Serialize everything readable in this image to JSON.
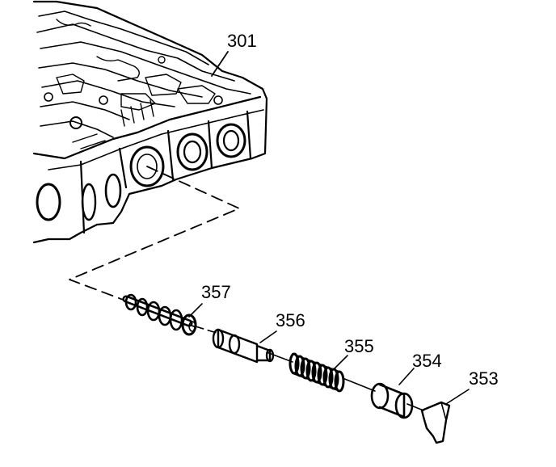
{
  "diagram": {
    "callouts": {
      "c301": "301",
      "c357": "357",
      "c356": "356",
      "c355": "355",
      "c354": "354",
      "c353": "353"
    },
    "colors": {
      "ink": "#000000",
      "paper": "#ffffff"
    }
  }
}
